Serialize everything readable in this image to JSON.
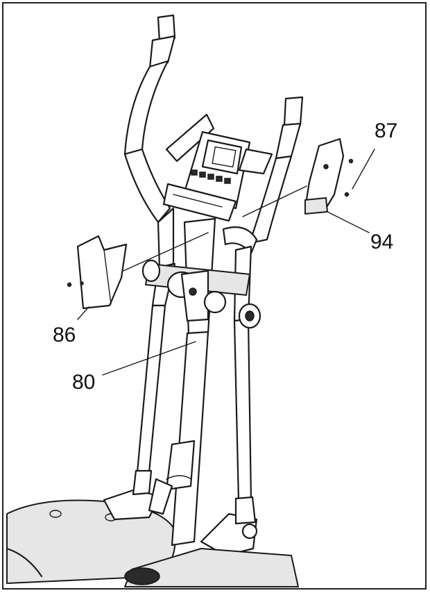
{
  "callouts": {
    "c87": "87",
    "c94": "94",
    "c86": "86",
    "c80": "80"
  }
}
